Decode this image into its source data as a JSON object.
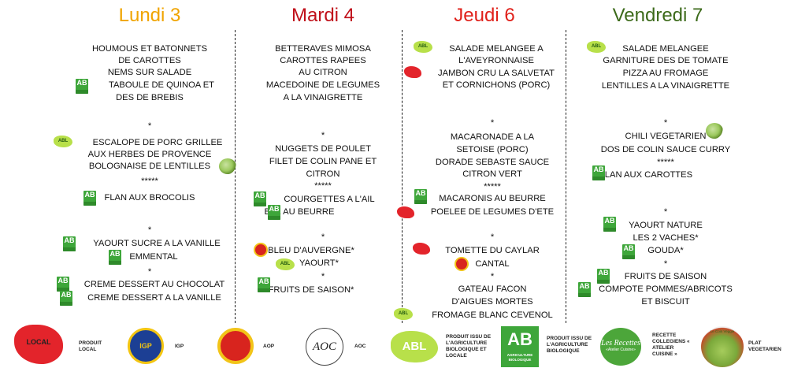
{
  "days": [
    {
      "name": "Lundi 3",
      "color": "#f0a400",
      "lines": [
        "HOUMOUS ET BATONNETS",
        "DE CAROTTES",
        "NEMS SUR SALADE",
        "TABOULE DE QUINOA ET",
        "DES DE BREBIS",
        "*",
        "ESCALOPE DE PORC GRILLEE",
        "AUX HERBES DE PROVENCE",
        "BOLOGNAISE DE LENTILLES",
        "*****",
        "FLAN AUX BROCOLIS",
        "*",
        "YAOURT SUCRE A LA VANILLE",
        "EMMENTAL",
        "*",
        "CREME DESSERT AU CHOCOLAT",
        "CREME DESSERT A LA VANILLE"
      ]
    },
    {
      "name": "Mardi 4",
      "color": "#c0101a",
      "lines": [
        "BETTERAVES MIMOSA",
        "CAROTTES RAPEES",
        "AU CITRON",
        "MACEDOINE DE LEGUMES",
        "A LA VINAIGRETTE",
        "*",
        "NUGGETS DE POULET",
        "FILET DE COLIN PANE ET",
        "CITRON",
        "*****",
        "COURGETTES A L'AIL",
        "BLE AU BEURRE",
        "*",
        "BLEU D'AUVERGNE*",
        "YAOURT*",
        "*",
        "FRUITS DE SAISON*"
      ]
    },
    {
      "name": "Jeudi 6",
      "color": "#e0201a",
      "lines": [
        "SALADE MELANGEE A",
        "L'AVEYRONNAISE",
        "JAMBON CRU LA SALVETAT",
        "ET CORNICHONS (PORC)",
        "*",
        "MACARONADE A LA",
        "SETOISE (PORC)",
        "DORADE SEBASTE SAUCE",
        "CITRON VERT",
        "*****",
        "MACARONIS AU BEURRE",
        "POELEE DE LEGUMES D'ETE",
        "*",
        "TOMETTE DU CAYLAR",
        "CANTAL",
        "*",
        "GATEAU FACON",
        "D'AIGUES MORTES",
        "FROMAGE BLANC CEVENOL"
      ]
    },
    {
      "name": "Vendredi 7",
      "color": "#3c6a1a",
      "lines": [
        "SALADE MELANGEE",
        "GARNITURE DES DE TOMATE",
        "PIZZA AU FROMAGE",
        "LENTILLES A LA VINAIGRETTE",
        "*",
        "CHILI VEGETARIEN",
        "DOS DE COLIN SAUCE CURRY",
        "*****",
        "FLAN AUX CAROTTES",
        "*",
        "YAOURT NATURE",
        "LES 2 VACHES*",
        "GOUDA*",
        "*",
        "FRUITS DE SAISON",
        "COMPOTE POMMES/ABRICOTS",
        "ET BISCUIT"
      ]
    }
  ],
  "icons": {
    "ab": "AB",
    "abl": "ABL",
    "local": "LOCAL"
  },
  "legend": [
    {
      "icon": "local-icon",
      "label_lines": [
        "PRODUIT",
        "LOCAL"
      ]
    },
    {
      "icon": "igp-icon",
      "label_lines": [
        "IGP"
      ]
    },
    {
      "icon": "aop-icon",
      "label_lines": [
        "AOP"
      ]
    },
    {
      "icon": "aoc-icon",
      "label_lines": [
        "AOC"
      ]
    },
    {
      "icon": "abl-icon",
      "label_lines": [
        "PRODUIT ISSU DE",
        "L'AGRICULTURE",
        "BIOLOGIQUE ET",
        "LOCALE"
      ]
    },
    {
      "icon": "ab-icon",
      "label_lines": [
        "PRODUIT ISSU DE",
        "L'AGRICULTURE",
        "BIOLOGIQUE"
      ]
    },
    {
      "icon": "recettes-icon",
      "label_lines": [
        "RECETTE",
        "COLLEGIENS «",
        "ATELIER",
        "CUISINE »"
      ]
    },
    {
      "icon": "vegetarian-icon",
      "label_lines": [
        "PLAT",
        "VEGETARIEN"
      ]
    }
  ],
  "legend_icon_text": {
    "local": "LOCAL",
    "igp": "IGP",
    "aoc": "AOC",
    "abl": "ABL",
    "ab": "AB",
    "ab_sub": "AGRICULTURE BIOLOGIQUE",
    "recettes": "Les Recettes",
    "recettes_sub": "«Atelier Cuisine»",
    "veg": "Le Coin Veggie"
  },
  "colors": {
    "lundi": "#f0a400",
    "mardi": "#c0101a",
    "jeudi": "#e0201a",
    "vendredi": "#3c6a1a",
    "bio_green": "#3ea63a"
  }
}
